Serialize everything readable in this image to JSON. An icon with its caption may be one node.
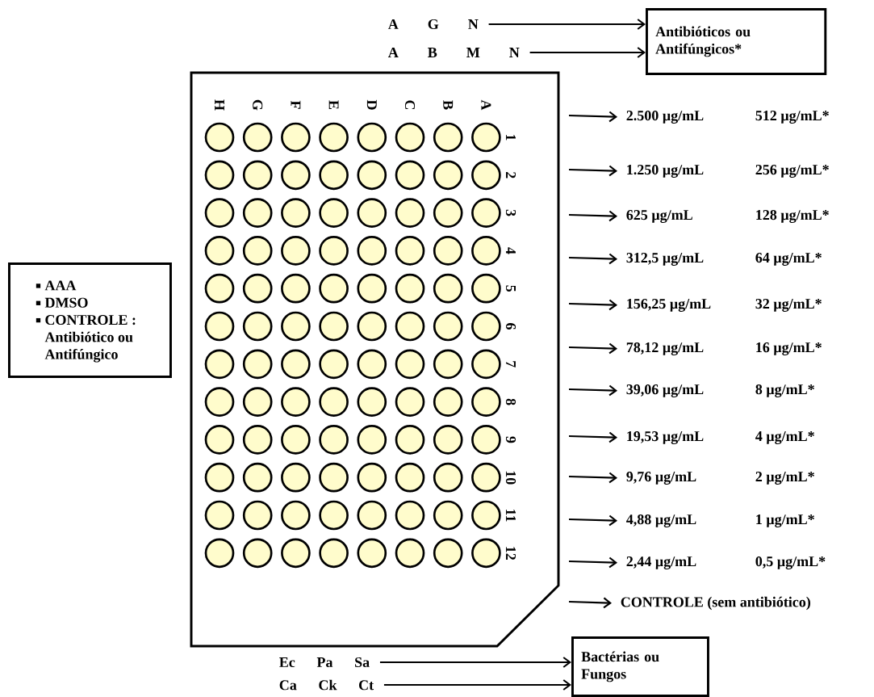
{
  "diagram": {
    "nodes": [
      {
        "text": [
          "A G N"
        ]
      },
      {
        "text": [
          "A B M N"
        ]
      },
      {
        "text": [
          "Antibióticos ou Antifúngicos*"
        ]
      },
      {
        "text": [
          "H",
          "G",
          "F",
          "E",
          "D",
          "C",
          "B",
          "A",
          "1",
          "2",
          "3",
          "4",
          "5",
          "6",
          "7",
          "8",
          "9",
          "10",
          "11",
          "12"
        ]
      },
      {
        "text": [
          "AAA",
          "DMSO",
          "CONTROLE : Antibiótico ou Antifúngico"
        ]
      },
      {
        "text": [
          "2.500 µg/mL",
          "512 µg/mL*"
        ]
      },
      {
        "text": [
          "1.250 µg/mL",
          "256 µg/mL*"
        ]
      },
      {
        "text": [
          "625 µg/mL",
          "128 µg/mL*"
        ]
      },
      {
        "text": [
          "312,5 µg/mL",
          "64 µg/mL*"
        ]
      },
      {
        "text": [
          "156,25 µg/mL",
          "32 µg/mL*"
        ]
      },
      {
        "text": [
          "78,12 µg/mL",
          "16 µg/mL*"
        ]
      },
      {
        "text": [
          "39,06 µg/mL",
          "8 µg/mL*"
        ]
      },
      {
        "text": [
          "19,53 µg/mL",
          "4 µg/mL*"
        ]
      },
      {
        "text": [
          "9,76 µg/mL",
          "2 µg/mL*"
        ]
      },
      {
        "text": [
          "4,88 µg/mL",
          "1 µg/mL*"
        ]
      },
      {
        "text": [
          "2,44 µg/mL",
          "0,5 µg/mL*"
        ]
      },
      {
        "text": [
          "CONTROLE (sem antibiótico)"
        ]
      },
      {
        "text": [
          "Ec Pa Sa"
        ]
      },
      {
        "text": [
          "Ca Ck Ct"
        ]
      },
      {
        "text": [
          "Bactérias ou Fungos"
        ]
      }
    ],
    "edges": [
      {
        "from": 0,
        "to": 2,
        "arrow": "to"
      },
      {
        "from": 1,
        "to": 2,
        "arrow": "to"
      },
      {
        "from": null,
        "to": 5,
        "arrow": "to"
      },
      {
        "from": null,
        "to": 6,
        "arrow": "to"
      },
      {
        "from": null,
        "to": 7,
        "arrow": "to"
      },
      {
        "from": null,
        "to": 8,
        "arrow": "to"
      },
      {
        "from": null,
        "to": 9,
        "arrow": "to"
      },
      {
        "from": null,
        "to": 10,
        "arrow": "to"
      },
      {
        "from": null,
        "to": 11,
        "arrow": "to"
      },
      {
        "from": null,
        "to": 12,
        "arrow": "to"
      },
      {
        "from": null,
        "to": 13,
        "arrow": "to"
      },
      {
        "from": null,
        "to": 14,
        "arrow": "to"
      },
      {
        "from": null,
        "to": 15,
        "arrow": "to"
      },
      {
        "from": null,
        "to": 16,
        "arrow": "to"
      },
      {
        "from": 17,
        "to": 19,
        "arrow": "to"
      },
      {
        "from": 18,
        "to": 19,
        "arrow": "to"
      }
    ]
  }
}
